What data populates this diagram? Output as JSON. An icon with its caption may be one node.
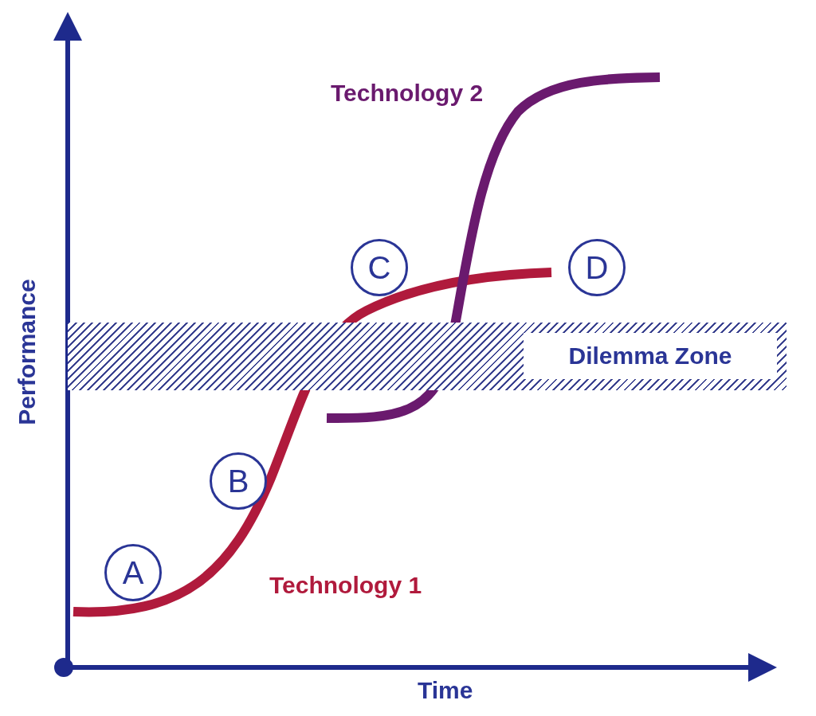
{
  "diagram": {
    "nodes": [
      {
        "text": [
          "C"
        ]
      },
      {
        "text": [
          "D"
        ]
      },
      {
        "text": [
          "Dilemma Zone"
        ]
      },
      {
        "text": [
          "B"
        ]
      },
      {
        "text": [
          "A"
        ]
      }
    ],
    "labels": [
      "Technology 2",
      "Performance",
      "Technology 1",
      "Time"
    ]
  }
}
